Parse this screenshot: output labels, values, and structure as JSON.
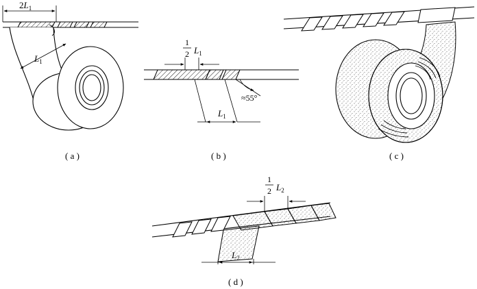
{
  "figure": {
    "panels": [
      {
        "id": "a",
        "caption": "( a )"
      },
      {
        "id": "b",
        "caption": "( b )"
      },
      {
        "id": "c",
        "caption": "( c )"
      },
      {
        "id": "d",
        "caption": "( d )"
      }
    ],
    "labels": {
      "a_top_coef": "2",
      "a_top_sym": "L",
      "a_top_sub": "1",
      "a_tape_sym": "L",
      "a_tape_sub": "1",
      "b_half_num": "1",
      "b_half_den": "2",
      "b_half_sym": "L",
      "b_half_sub": "1",
      "b_bottom_sym": "L",
      "b_bottom_sub": "1",
      "b_angle": "≈55°",
      "d_half_num": "1",
      "d_half_den": "2",
      "d_half_sym": "L",
      "d_half_sub": "2",
      "d_bottom_sym": "L",
      "d_bottom_sub": "2"
    }
  }
}
